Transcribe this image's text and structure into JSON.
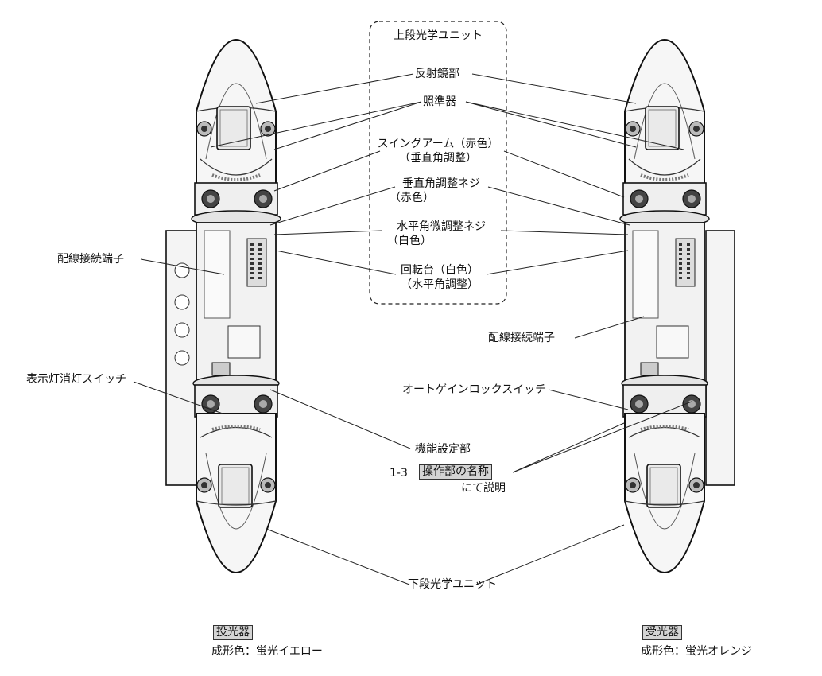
{
  "labels": {
    "upper_unit": "上段光学ユニット",
    "reflector": "反射鏡部",
    "sight": "照準器",
    "swing_arm_1": "スイングアーム（赤色）",
    "swing_arm_2": "（垂直角調整）",
    "vertical_screw_1": "垂直角調整ネジ",
    "vertical_screw_2": "（赤色）",
    "horizontal_screw_1": "水平角微調整ネジ",
    "horizontal_screw_2": "（白色）",
    "turntable_1": "回転台（白色）",
    "turntable_2": "（水平角調整）",
    "wiring_terminal_left": "配線接続端子",
    "wiring_terminal_right": "配線接続端子",
    "indicator_switch": "表示灯消灯スイッチ",
    "auto_gain_switch": "オートゲインロックスイッチ",
    "function_setting": "機能設定部",
    "ref_number": "1-3",
    "ref_box": "操作部の名称",
    "ref_suffix": "にて説明",
    "lower_unit": "下段光学ユニット",
    "transmitter": "投光器",
    "transmitter_color": "成形色：蛍光イエロー",
    "receiver": "受光器",
    "receiver_color": "成形色：蛍光オレンジ"
  }
}
